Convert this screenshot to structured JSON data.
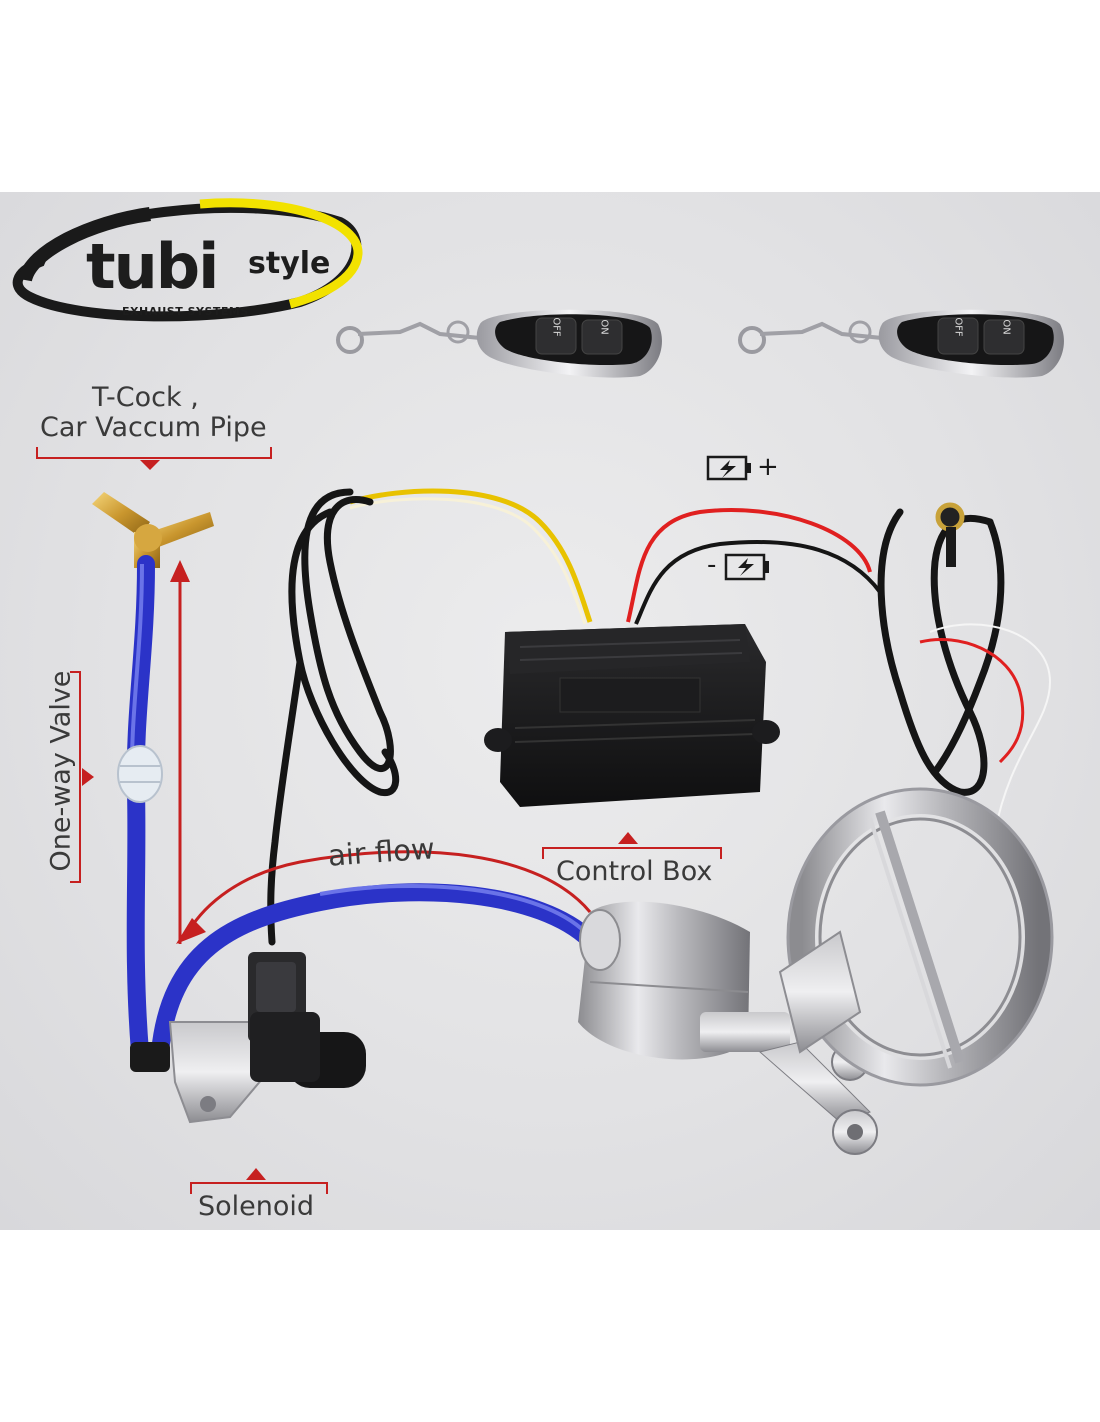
{
  "brand": {
    "name_main": "tubi",
    "name_script": "style",
    "tagline": "EXHAUST SYSTEMS",
    "colors": {
      "swoosh_dark": "#1a1a1a",
      "swoosh_accent": "#f2e200"
    }
  },
  "labels": {
    "tcock_line1": "T-Cock ,",
    "tcock_line2": "Car Vaccum Pipe",
    "one_way_valve": "One-way Valve",
    "air_flow": "air flow",
    "control_box": "Control Box",
    "solenoid": "Solenoid",
    "battery_positive": "+",
    "battery_negative": "-"
  },
  "remotes": [
    {
      "off_label": "OFF",
      "on_label": "ON"
    },
    {
      "off_label": "OFF",
      "on_label": "ON"
    }
  ],
  "colors": {
    "annotation_red": "#c62020",
    "hose_blue": "#2b33c8",
    "wire_red": "#e02020",
    "wire_yellow": "#e8c200",
    "wire_black": "#151515",
    "text_gray": "#3a3a3a"
  }
}
